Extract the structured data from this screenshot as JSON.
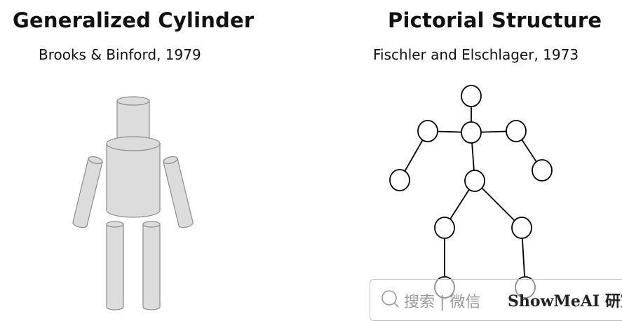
{
  "left": {
    "title": "Generalized Cylinder",
    "subtitle": "Brooks & Binford, 1979"
  },
  "right": {
    "title": "Pictorial Structure",
    "subtitle": "Fischler and Elschlager, 1973"
  },
  "watermark": {
    "icon": "search-icon",
    "text": "搜索 | 微信",
    "brand": "ShowMeAI 研究"
  },
  "colors": {
    "cylinder_fill": "#dcdcdc",
    "cylinder_stroke": "#8c8c8c",
    "node_stroke": "#000000"
  }
}
